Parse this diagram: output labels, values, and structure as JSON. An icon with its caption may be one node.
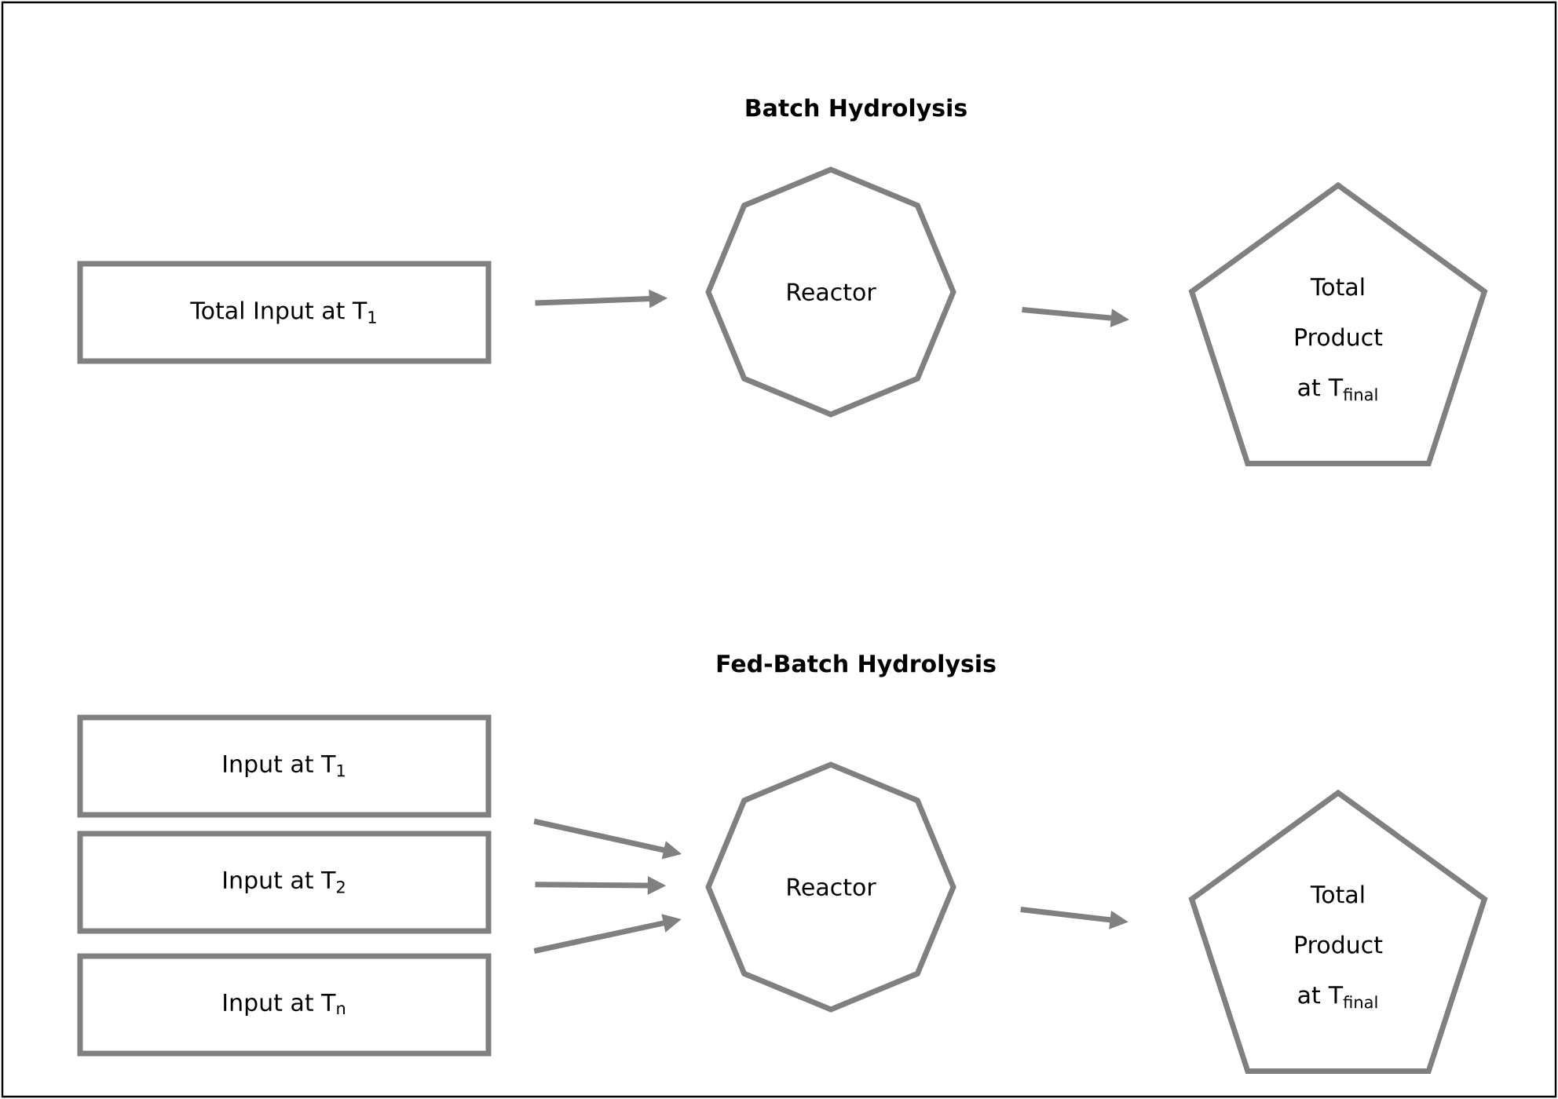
{
  "diagram": {
    "nodes": [
      {
        "text": [
          "Total Input at T$_{1}$"
        ]
      },
      {
        "text": [
          "Reactor"
        ]
      },
      {
        "text": [
          "Total Product at T$_{final}$"
        ]
      },
      {
        "text": [
          "Input at T$_{1}$"
        ]
      },
      {
        "text": [
          "Input at T$_{2}$"
        ]
      },
      {
        "text": [
          "Input at T$_{n}$"
        ]
      },
      {
        "text": [
          "Reactor"
        ]
      },
      {
        "text": [
          "Total Product at T$_{final}$"
        ]
      }
    ],
    "edges": [
      {
        "from": 0,
        "to": 1,
        "arrow": "to"
      },
      {
        "from": 1,
        "to": 2,
        "arrow": "to"
      },
      {
        "from": 3,
        "to": 6,
        "arrow": "to"
      },
      {
        "from": 4,
        "to": 6,
        "arrow": "to"
      },
      {
        "from": 5,
        "to": 6,
        "arrow": "to"
      },
      {
        "from": 6,
        "to": 7,
        "arrow": "to"
      }
    ],
    "labels": [
      "Batch Hydrolysis",
      "Fed-Batch Hydrolysis"
    ]
  }
}
